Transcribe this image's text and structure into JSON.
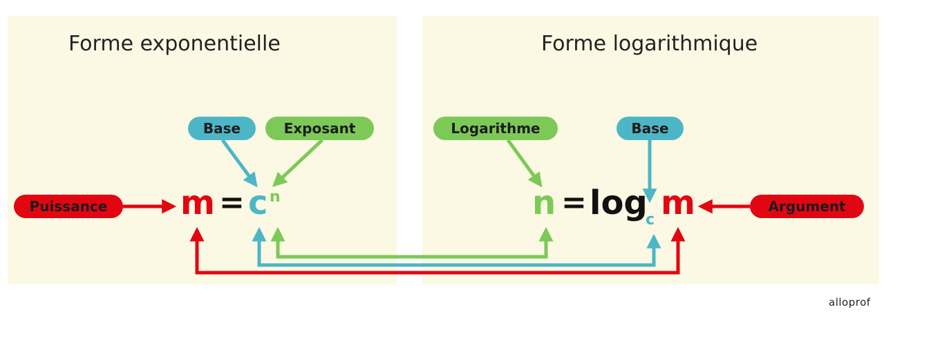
{
  "panels": {
    "left": {
      "title": "Forme exponentielle"
    },
    "right": {
      "title": "Forme logarithmique"
    }
  },
  "labels": {
    "base_left": "Base",
    "exposant": "Exposant",
    "puissance": "Puissance",
    "logarithme": "Logarithme",
    "base_right": "Base",
    "argument": "Argument"
  },
  "equations": {
    "exponential": {
      "power": "m",
      "equals": "=",
      "base": "c",
      "exponent": "n"
    },
    "logarithmic": {
      "log_value": "n",
      "equals": "=",
      "log": "log",
      "base": "c",
      "argument": "m"
    }
  },
  "brand": "alloprof",
  "colors": {
    "panel_background": "#fbf9e4",
    "red": "#e20613",
    "blue": "#4db6c6",
    "green": "#7cc957",
    "text_dark": "#111111"
  }
}
